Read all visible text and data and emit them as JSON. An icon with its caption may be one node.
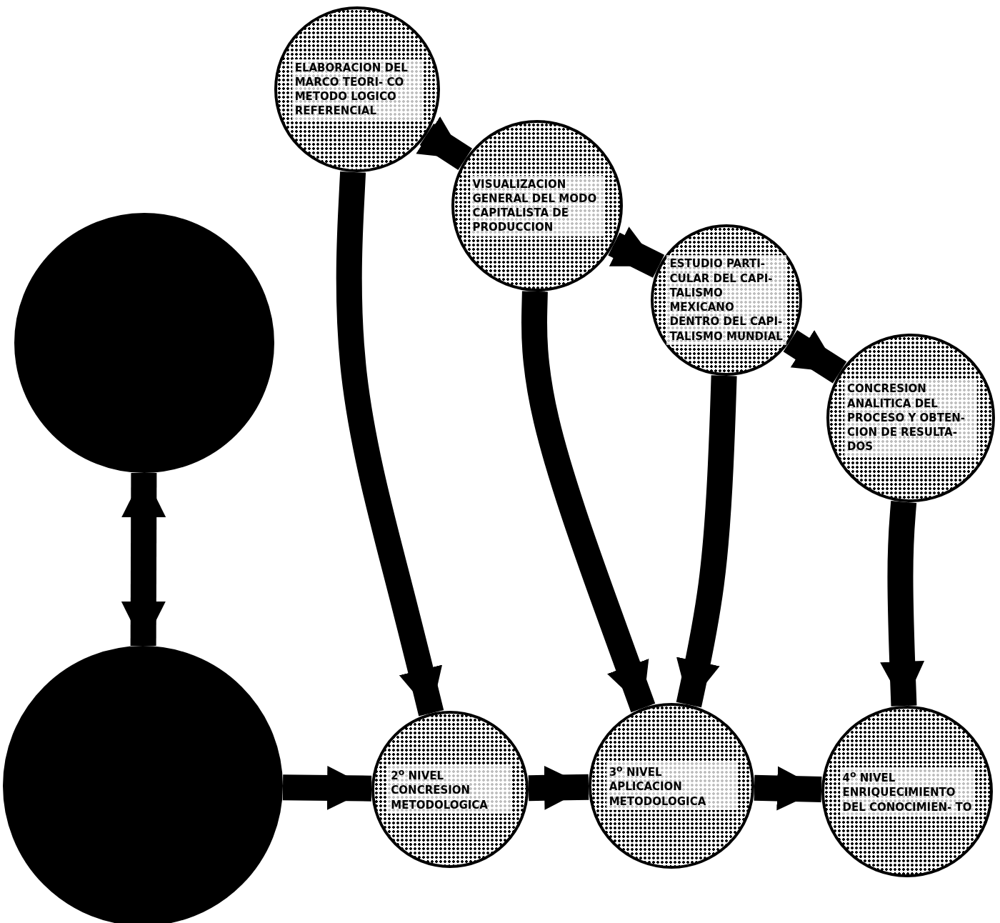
{
  "diagram": {
    "nodes": [
      {
        "text": [
          "ELABORACION DEL MARCO TEORI- CO METODO LOGICO REFERENCIAL"
        ]
      },
      {
        "text": [
          "VISUALIZACION GENERAL DEL MODO CAPITALISTA DE PRODUCCION"
        ]
      },
      {
        "text": [
          "ESTUDIO PARTI- CULAR DEL CAPI- TALISMO MEXICANO DENTRO DEL CAPI- TALISMO MUNDIAL"
        ]
      },
      {
        "text": [
          "CONCRESION ANALITICA DEL PROCESO Y OBTEN- CION DE RESULTA- DOS"
        ]
      },
      {
        "text": [],
        "shape": "circle"
      },
      {
        "text": [],
        "shape": "circle"
      },
      {
        "text": [
          "2$^{o}$ NIVEL CONCRESION METODOLOGICA"
        ]
      },
      {
        "text": [
          "3$^{o}$ NIVEL APLICACION METODOLOGICA"
        ]
      },
      {
        "text": [
          "4$^{o}$ NIVEL ENRIQUECIMIENTO DEL CONOCIMIEN- TO"
        ]
      }
    ],
    "edges": [
      {
        "from": 0,
        "to": 1,
        "arrow": "to"
      },
      {
        "from": 1,
        "to": 2,
        "arrow": "to"
      },
      {
        "from": 2,
        "to": 3,
        "arrow": "to"
      },
      {
        "from": 0,
        "to": 6,
        "arrow": "to"
      },
      {
        "from": 1,
        "to": 7,
        "arrow": "to"
      },
      {
        "from": 2,
        "to": 7,
        "arrow": "to"
      },
      {
        "from": 3,
        "to": 8,
        "arrow": "to"
      },
      {
        "from": 4,
        "to": 5,
        "arrow": "both"
      },
      {
        "from": 5,
        "to": 6,
        "arrow": "to"
      },
      {
        "from": 6,
        "to": 7,
        "arrow": "to"
      },
      {
        "from": 7,
        "to": 8,
        "arrow": "to"
      }
    ]
  }
}
